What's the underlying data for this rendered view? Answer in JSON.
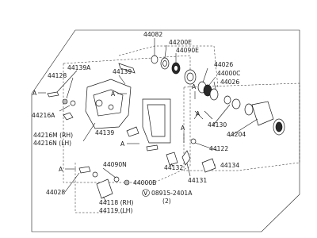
{
  "diagram": {
    "part_labels": {
      "p44082": "44082",
      "p44200E": "44200E",
      "p44090E": "44090E",
      "p44139A": "44139A",
      "p44128": "44128",
      "p44139_top": "44139",
      "p44026_a": "44026",
      "p44000C": "44000C",
      "p44026_b": "44026",
      "p44216A": "44216A",
      "p44216M": "44216M (RH)",
      "p44216N": "44216N (LH)",
      "p44139_mid": "44139",
      "p44130": "44130",
      "p44204": "44204",
      "p44122": "44122",
      "p44090N": "44090N",
      "p44132": "44132",
      "p44134": "44134",
      "p44131": "44131",
      "p44000B": "44000B",
      "p44028": "44028",
      "p08915": "08915-2401A",
      "p08915_qty": "(2)",
      "p44118": "44118 (RH)",
      "p44119": "44119 (LH)"
    },
    "ref_letter": "A",
    "bolt_symbol": "V"
  }
}
